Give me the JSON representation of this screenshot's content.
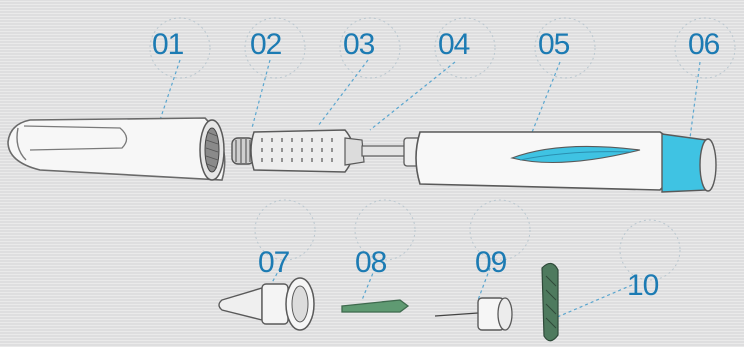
{
  "callouts": [
    {
      "id": "01",
      "part": "cap"
    },
    {
      "id": "02",
      "part": "threaded-connector"
    },
    {
      "id": "03",
      "part": "cartridge-holder"
    },
    {
      "id": "04",
      "part": "plunger-rod"
    },
    {
      "id": "05",
      "part": "pen-body-window"
    },
    {
      "id": "06",
      "part": "dose-knob"
    },
    {
      "id": "07",
      "part": "outer-needle-cap"
    },
    {
      "id": "08",
      "part": "needle-shield"
    },
    {
      "id": "09",
      "part": "needle"
    },
    {
      "id": "10",
      "part": "protective-tab"
    }
  ],
  "colors": {
    "label": "#1c7bb3",
    "leader": "#5aa6cf",
    "accent": "#3fc3e3",
    "shield_green": "#5f9a72",
    "outline": "#6a6a6a"
  }
}
